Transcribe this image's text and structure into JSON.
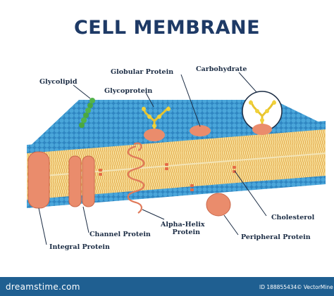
{
  "title": "CELL MEMBRANE",
  "labels": {
    "glycolipid": "Glycolipid",
    "glycoprotein": "Glycoprotein",
    "globular_protein": "Globular Protein",
    "carbohydrate": "Carbohydrate",
    "cholesterol": "Cholesterol",
    "alpha_helix_line1": "Alpha-Helix",
    "alpha_helix_line2": "Protein",
    "peripheral_protein": "Peripheral Protein",
    "channel_protein": "Channel Protein",
    "integral_protein": "Integral Protein"
  },
  "footer": {
    "site": "dreamstime.com",
    "id": "ID 188855434",
    "author": "© VectorMine"
  },
  "colors": {
    "title": "#1e3a66",
    "phospholipid_head": "#3f9ad1",
    "membrane_core": "#f4d78c",
    "protein": "#ea8c6c",
    "glycolipid_chain": "#53b34a",
    "carbohydrate_chain": "#f0d13a",
    "footer": "#1f5f91"
  }
}
